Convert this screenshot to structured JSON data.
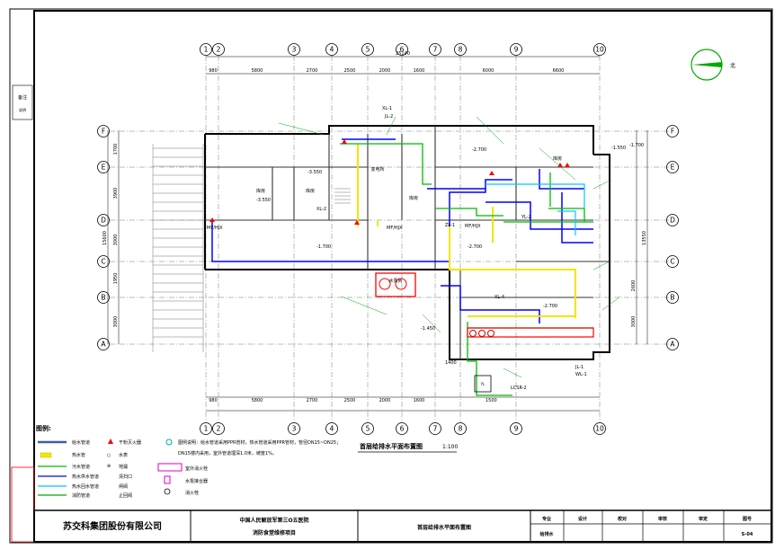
{
  "drawing": {
    "title": "首层给排水平面布置图",
    "scale": "1:100",
    "north": "北",
    "axes_columns": [
      "1",
      "2",
      "3",
      "4",
      "5",
      "6",
      "7",
      "8",
      "9",
      "10"
    ],
    "axes_rows": [
      "F",
      "E",
      "D",
      "C",
      "B",
      "A"
    ],
    "total_width": "25140",
    "top_dims": [
      "980",
      "5800",
      "2700",
      "2500",
      "2000",
      "1600",
      "6000",
      "6600"
    ],
    "bottom_dims": [
      "980",
      "5800",
      "2700",
      "2500",
      "2000",
      "1600"
    ],
    "left_dims": [
      "1700",
      "3900",
      "3000",
      "1950",
      "3000"
    ],
    "left_total": "15600",
    "right_total": "13550",
    "right_dims": [
      "2600",
      "3000"
    ],
    "sidebar_mark": "备注",
    "sidebar_sub": "说明",
    "rooms": [
      {
        "label": "库房"
      },
      {
        "label": "库房"
      },
      {
        "label": "变电所"
      },
      {
        "label": "水泵房"
      },
      {
        "label": "库房"
      },
      {
        "label": "库房"
      }
    ],
    "elevations": [
      "-3.550",
      "-1.550",
      "-2.700",
      "-2.700",
      "-1.700",
      "-1.700",
      "-1.450",
      "-3.550",
      "-2.700"
    ],
    "callouts": [
      "XL-1",
      "JL-2",
      "XL-2",
      "YL-2",
      "JL-1",
      "XL-4",
      "WL-1",
      "ZL-1",
      "MF/HJX",
      "MF/HJX",
      "MF/HJX",
      "LCSR-2",
      "1400",
      "1500",
      "YL"
    ]
  },
  "legend": {
    "title": "图例:",
    "items": [
      {
        "label": "给水管道"
      },
      {
        "label": "干粉灭火器"
      },
      {
        "label": "热水管"
      },
      {
        "label": "水表"
      },
      {
        "label": "污水管道"
      },
      {
        "label": "地漏"
      },
      {
        "label": "热水供水管道"
      },
      {
        "label": "清扫口"
      },
      {
        "label": "热水回水管道"
      },
      {
        "label": "闸阀"
      },
      {
        "label": "消防管道"
      },
      {
        "label": "止回阀"
      },
      {
        "label": "室外消火栓"
      },
      {
        "label": "水泵接合器"
      },
      {
        "label": "消火栓"
      }
    ],
    "note_line1": "图例说明：给水管道采用PPR管材，热水管道采用PPR管材，管径DN15~DN25；",
    "note_line2": "DN15楼内采用，室外管道埋深1.0米，坡度1%。"
  },
  "titleblock": {
    "company": "苏交科集团股份有限公司",
    "project_line1": "中国人民解放军第三O五医院",
    "project_line2": "消防食堂维修项目",
    "sheet_title": "首层给排水平面布置图",
    "headers": [
      "专业",
      "设计",
      "校对",
      "审核",
      "审定",
      "图号"
    ],
    "discipline": "给排水",
    "sheet_no": "S-04"
  },
  "colors": {
    "water": "#0000ff",
    "hot": "#ffff00",
    "fire": "#ff0000",
    "leader": "#00bb00",
    "cyan": "#00c8ff",
    "wall": "#000000"
  }
}
